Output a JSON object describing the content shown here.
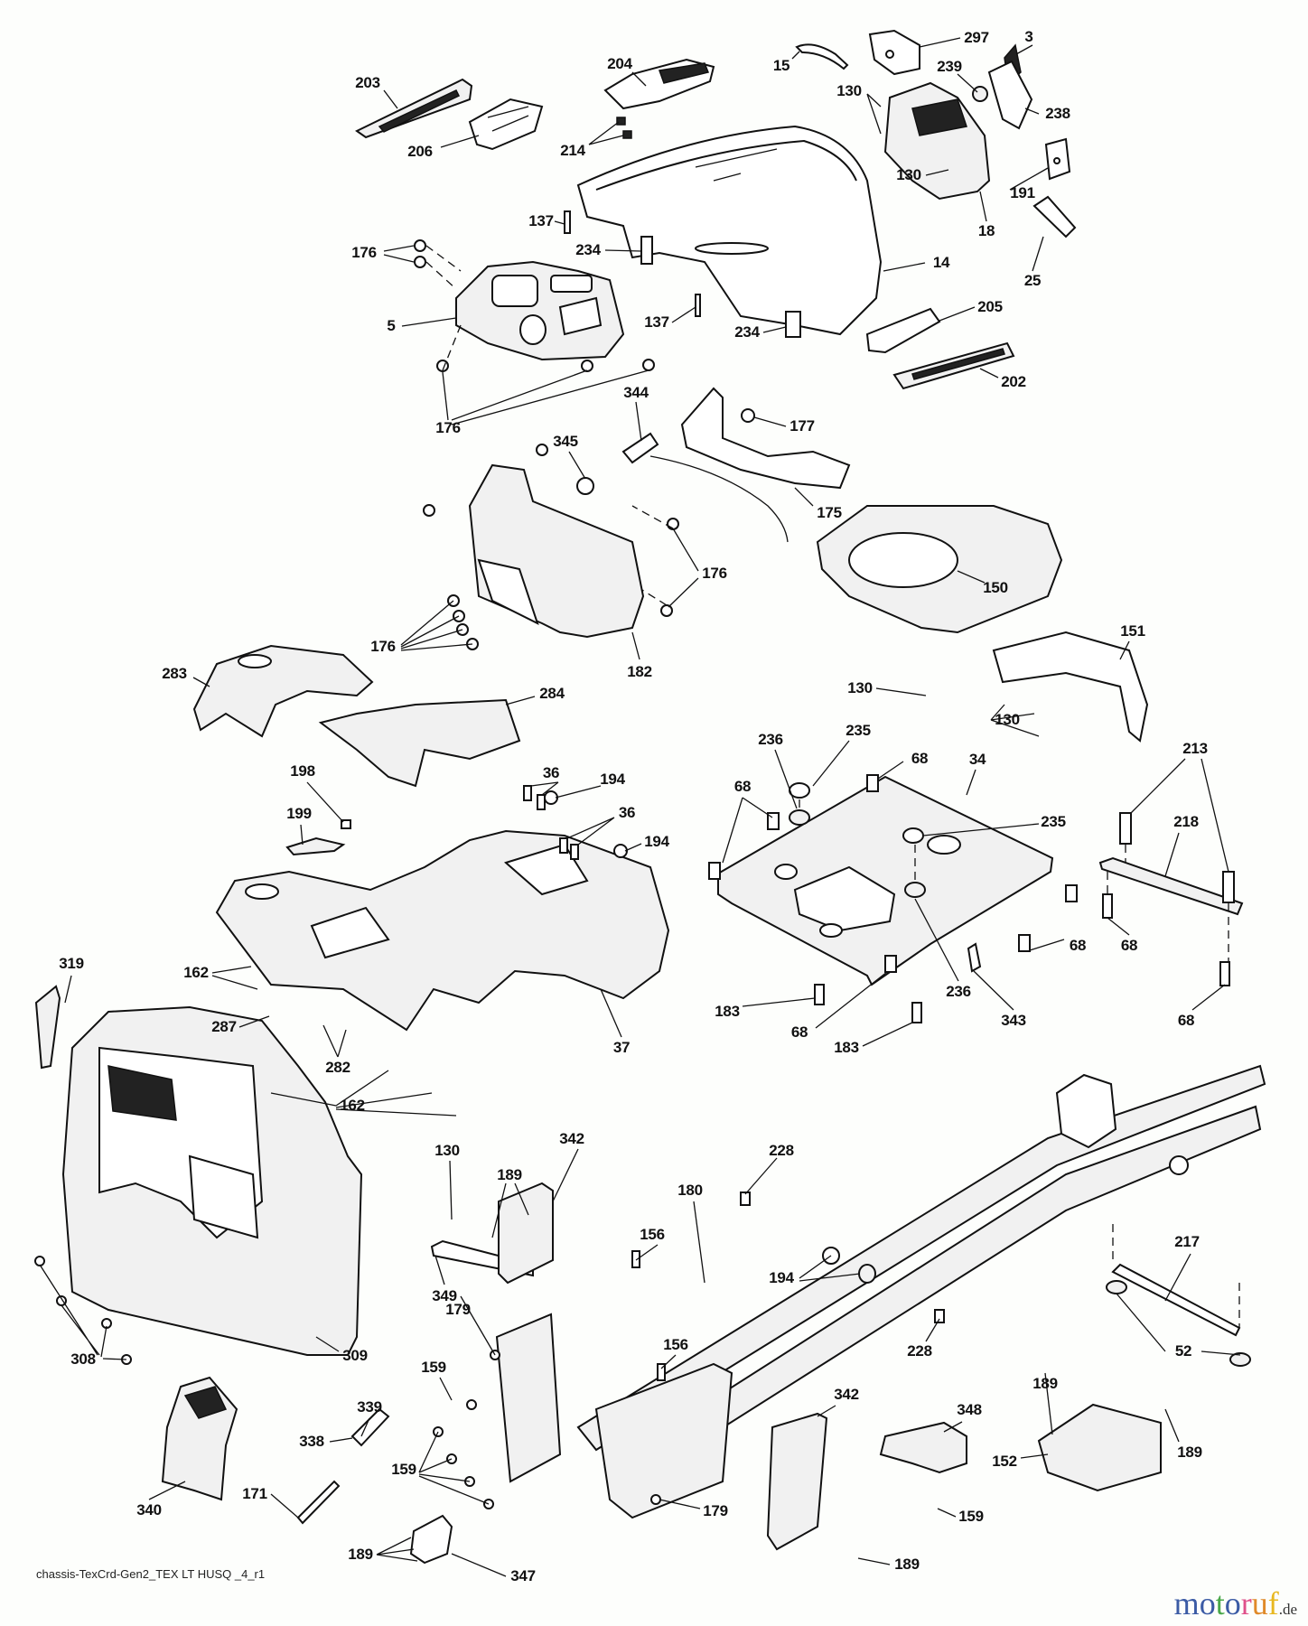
{
  "diagram": {
    "title": "chassis-TexCrd-Gen2_TEX LT HUSQ _4_r1",
    "caption": "chassis-TexCrd-Gen2_TEX LT HUSQ _4_r1",
    "brand": {
      "letters": [
        "m",
        "o",
        "t",
        "o",
        "r",
        "u",
        "f"
      ],
      "letter_colors": [
        "#3b5ba5",
        "#3b5ba5",
        "#4aa84a",
        "#3b5ba5",
        "#e0508a",
        "#e08a2a",
        "#e8b820"
      ],
      "tld": ".de"
    },
    "part_labels": [
      "203",
      "204",
      "206",
      "214",
      "15",
      "297",
      "3",
      "239",
      "238",
      "130",
      "130",
      "191",
      "18",
      "25",
      "14",
      "137",
      "234",
      "176",
      "5",
      "137",
      "234",
      "205",
      "202",
      "176",
      "345",
      "344",
      "177",
      "175",
      "176",
      "150",
      "176",
      "182",
      "283",
      "284",
      "130",
      "151",
      "130",
      "236",
      "235",
      "68",
      "34",
      "68",
      "213",
      "198",
      "36",
      "194",
      "36",
      "194",
      "235",
      "218",
      "199",
      "162",
      "287",
      "319",
      "282",
      "162",
      "37",
      "183",
      "68",
      "183",
      "236",
      "343",
      "68",
      "68",
      "68",
      "130",
      "342",
      "189",
      "228",
      "180",
      "156",
      "194",
      "217",
      "349",
      "179",
      "308",
      "309",
      "159",
      "156",
      "228",
      "52",
      "189",
      "189",
      "152",
      "339",
      "342",
      "348",
      "338",
      "340",
      "171",
      "159",
      "179",
      "159",
      "189",
      "347",
      "189"
    ]
  }
}
